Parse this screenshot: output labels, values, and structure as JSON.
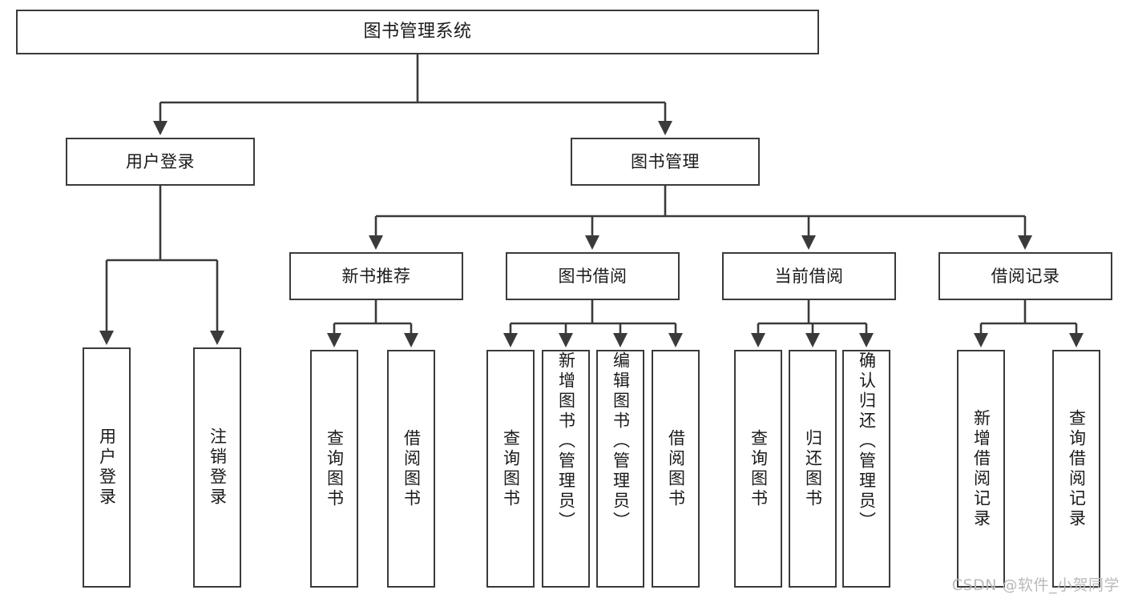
{
  "diagram": {
    "title": "图书管理系统",
    "watermark": "CSDN @软件_小贺同学",
    "stroke_color": "#3a3a3a",
    "fill_color": "#ffffff",
    "text_color": "#1a1a1a",
    "watermark_color": "#b9b9b9"
  },
  "nodes": {
    "root": {
      "label": "图书管理系统"
    },
    "level1": [
      {
        "label": "用户登录"
      },
      {
        "label": "图书管理"
      }
    ],
    "level2": [
      {
        "label": "新书推荐"
      },
      {
        "label": "图书借阅"
      },
      {
        "label": "当前借阅"
      },
      {
        "label": "借阅记录"
      }
    ],
    "leaves": {
      "user_login": [
        {
          "label": "用户登录"
        },
        {
          "label": "注销登录"
        }
      ],
      "new_book_rec": [
        {
          "label": "查询图书"
        },
        {
          "label": "借阅图书"
        }
      ],
      "book_borrow": [
        {
          "label": "查询图书"
        },
        {
          "label": "新增图书（管理员）"
        },
        {
          "label": "编辑图书（管理员）"
        },
        {
          "label": "借阅图书"
        }
      ],
      "current_borrow": [
        {
          "label": "查询图书"
        },
        {
          "label": "归还图书"
        },
        {
          "label": "确认归还（管理员）"
        }
      ],
      "borrow_records": [
        {
          "label": "新增借阅记录"
        },
        {
          "label": "查询借阅记录"
        }
      ]
    }
  }
}
